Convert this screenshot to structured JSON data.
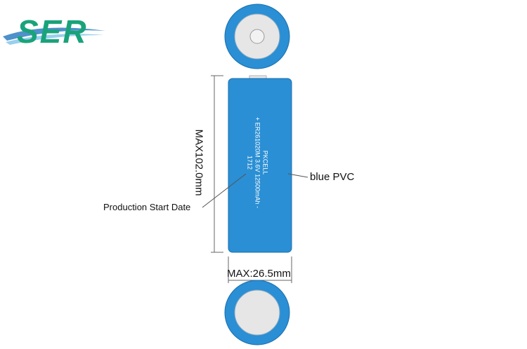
{
  "logo": {
    "text": "SER"
  },
  "colors": {
    "cell_blue": "#2a8fd4",
    "cell_edge": "#1a6fb0",
    "terminal_grey": "#e4e4e4",
    "logo_green": "#1aa37a",
    "logo_blue": "#2f7ec2"
  },
  "cell_print": {
    "line1": "PKCELL",
    "line2": "+ ER261020M 3.6V 12500mAh -",
    "line3": "1712"
  },
  "labels": {
    "wrap": "blue PVC",
    "date_code": "Production Start Date",
    "height": "MAX102.0mm",
    "width": "MAX:26.5mm"
  }
}
